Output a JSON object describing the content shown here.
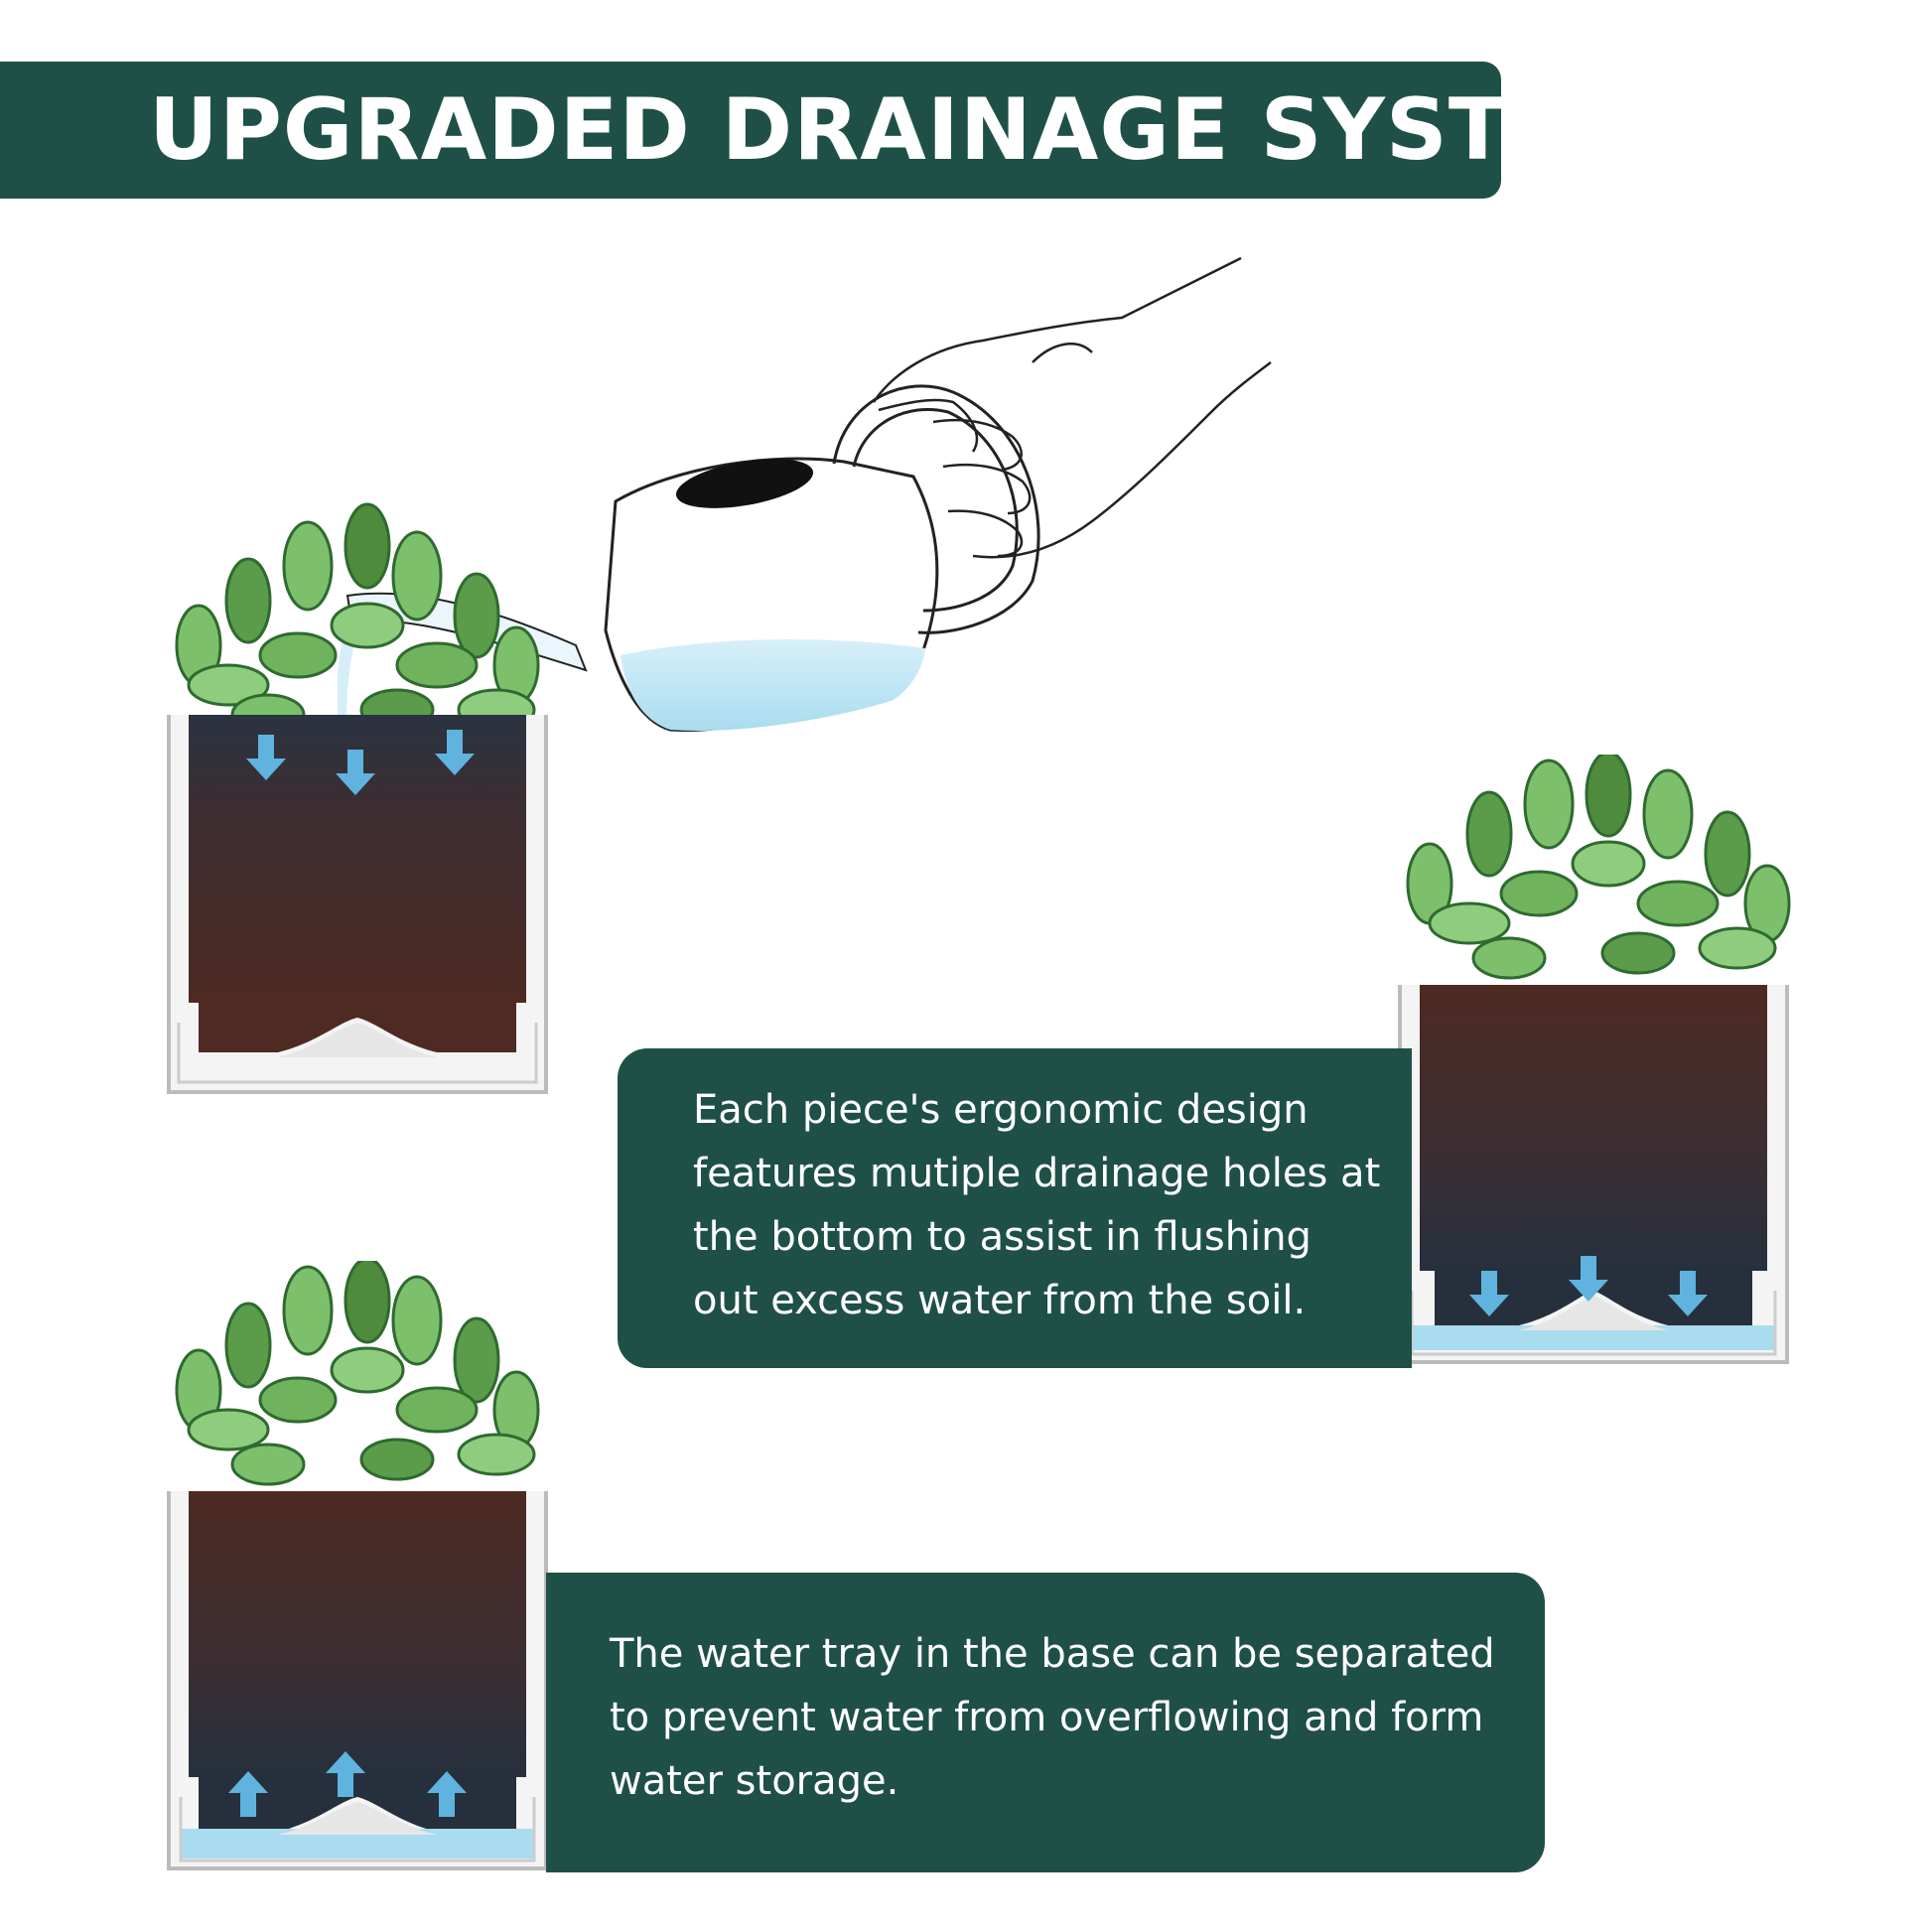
{
  "header": {
    "title": "UPGRADED DRAINAGE SYSTEM"
  },
  "panels": [
    {
      "text": "Each piece's ergonomic design features mutiple drainage holes at the bottom to assist in flushing out excess water from the soil."
    },
    {
      "text": "The water tray in the base can be separated to prevent water from overflowing and form water storage."
    }
  ],
  "colors": {
    "brand": "#1f5048",
    "soil": "#4a2a22",
    "water": "#a9dcef",
    "arrow": "#5fb3de",
    "leaf": "#7cc06b"
  },
  "icons": [
    "watering-can-icon",
    "hand-icon",
    "plant-pot-icon",
    "arrow-down-icon",
    "arrow-up-icon"
  ]
}
